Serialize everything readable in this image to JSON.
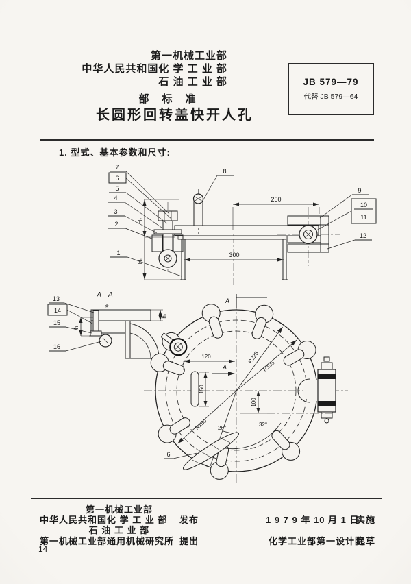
{
  "header": {
    "org_line1": "第一机械工业部",
    "org_line2": "中华人民共和国化 学 工 业 部",
    "org_line3": "石 油 工 业 部",
    "standard_type": "部　标　准",
    "doc_title": "长圆形回转盖快开人孔",
    "standard_code": "JB 579—79",
    "replaces_note": "代替 JB 579—64"
  },
  "section": {
    "heading": "1. 型式、基本参数和尺寸:"
  },
  "cross_section_view": {
    "callout_1": "1",
    "callout_2": "2",
    "callout_3": "3",
    "callout_4": "4",
    "callout_5": "5",
    "callout_6": "6",
    "callout_7": "7",
    "callout_8": "8",
    "callout_9": "9",
    "callout_10": "10",
    "callout_11": "11",
    "callout_12": "12",
    "dim_250": "250",
    "dim_300": "300",
    "dim_h2": "H₂",
    "dim_h1": "H₁"
  },
  "detail_view": {
    "section_label": "A—A",
    "star_mark": "*",
    "callout_13": "13",
    "callout_14": "14",
    "callout_15": "15",
    "callout_16": "16",
    "dim_h": "h",
    "dim_h1": "h₁"
  },
  "plan_view": {
    "section_label_top": "A",
    "section_label_mid": "A",
    "dim_120": "120",
    "dim_150": "150",
    "dim_100": "100",
    "r225": "R225",
    "r195": "R195",
    "r150": "R150",
    "angle_26": "26°",
    "angle_32": "32°",
    "callout_6": "6"
  },
  "footer": {
    "publisher_line1": "第一机械工业部",
    "publisher_line2": "中华人民共和国化 学 工 业 部",
    "publish_label": "发布",
    "publisher_line3": "石 油 工 业 部",
    "proposer": "第一机械工业部通用机械研究所",
    "propose_label": "提出",
    "implement_date": "1 9 7 9 年 10 月 1 日",
    "implement_label": "实施",
    "drafter": "化学工业部第一设计院",
    "draft_label": "起草",
    "page_number": "14"
  }
}
